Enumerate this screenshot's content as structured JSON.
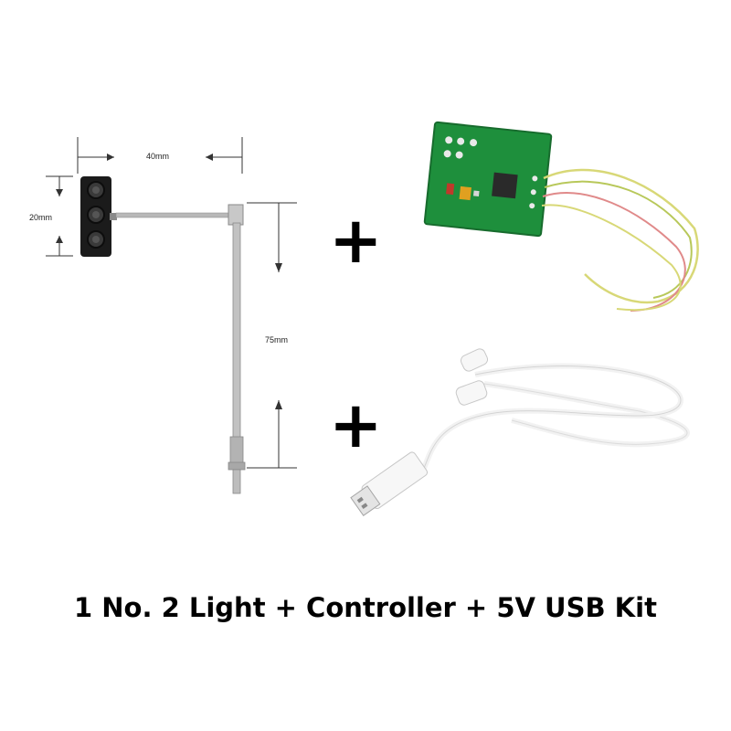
{
  "dimensions": {
    "width_label": "40mm",
    "height_label": "20mm",
    "pole_label": "75mm"
  },
  "operators": {
    "plus_1": "+",
    "plus_2": "+"
  },
  "caption": "1 No. 2 Light + Controller + 5V USB Kit",
  "icons": [
    "traffic-light",
    "controller-board",
    "usb-cable"
  ]
}
